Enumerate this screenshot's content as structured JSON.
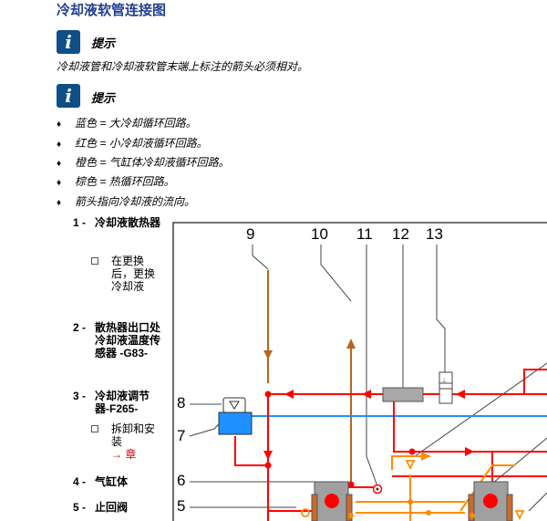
{
  "page": {
    "title": "冷却液软管连接图"
  },
  "notes": [
    {
      "icon": "info-icon",
      "icon_glyph": "i",
      "label": "提示",
      "text": "冷却液管和冷却液软管末端上标注的箭头必须相对。"
    },
    {
      "icon": "info-icon",
      "icon_glyph": "i",
      "label": "提示",
      "bullets": [
        "蓝色 = 大冷却循环回路。",
        "红色 = 小冷却液循环回路。",
        "橙色 = 气缸体冷却液循环回路。",
        "棕色 = 热循环回路。",
        "箭头指向冷却液的流向。"
      ]
    }
  ],
  "legend": [
    {
      "num": "1 -",
      "text": "冷却液散热器",
      "sub": {
        "text": "在更换后，更换冷却液"
      }
    },
    {
      "num": "2 -",
      "text": "散热器出口处冷却液温度传感器 -G83-"
    },
    {
      "num": "3 -",
      "text": "冷却液调节器-F265-",
      "sub": {
        "text": "拆卸和安装",
        "link": "→ 章"
      }
    },
    {
      "num": "4 -",
      "text": "气缸体"
    },
    {
      "num": "5 -",
      "text": "止回阀"
    }
  ],
  "diagram": {
    "labels": [
      "9",
      "10",
      "11",
      "12",
      "13",
      "8",
      "7",
      "6",
      "5"
    ],
    "colors": {
      "blue": "#1e90ff",
      "red": "#ff0000",
      "orange": "#ff8c00",
      "brown": "#b5651d",
      "gray": "#a0a0a0",
      "dark": "#444444"
    }
  }
}
